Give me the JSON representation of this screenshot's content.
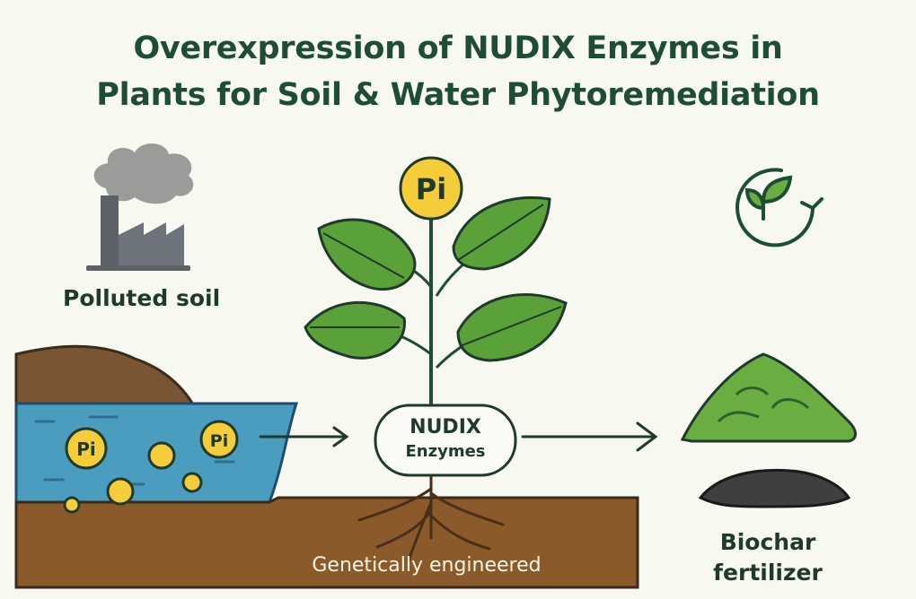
{
  "title": {
    "line1": "Overexpression of NUDIX Enzymes in",
    "line2": "Plants for Soil & Water Phytoremediation"
  },
  "labels": {
    "polluted_soil": "Polluted soil",
    "genetically_engineered": "Genetically engineered",
    "biochar_line1": "Biochar",
    "biochar_line2": "fertilizer"
  },
  "enzyme_box": {
    "line1": "NUDIX",
    "line2": "Enzymes"
  },
  "phosphate_label": "Pi",
  "icons": [
    "factory-icon",
    "recycle-leaf-icon",
    "arrow-right-icon"
  ],
  "colors": {
    "title": "#1f4d34",
    "water": "#4a9dbf",
    "soil": "#8a5a2b",
    "leaf": "#5aa13a",
    "phosphate": "#f5cc3a",
    "biochar": "#3f3f3f"
  }
}
